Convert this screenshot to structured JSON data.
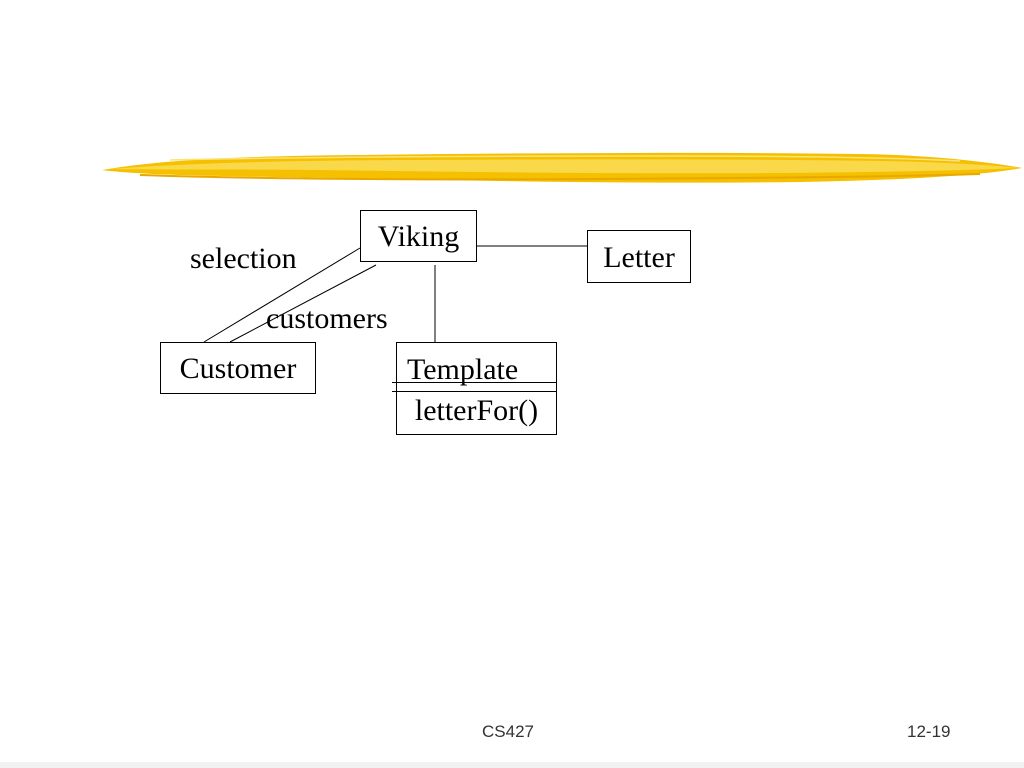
{
  "diagram": {
    "classes": {
      "viking": "Viking",
      "letter": "Letter",
      "customer": "Customer",
      "template_name": "Template",
      "template_method": "letterFor()"
    },
    "roles": {
      "selection": "selection",
      "customers": "customers"
    }
  },
  "footer": {
    "course": "CS427",
    "slide_number": "12-19"
  },
  "colors": {
    "accent_stroke": "#f5c000",
    "accent_light": "#f9d84a",
    "line": "#000000"
  }
}
